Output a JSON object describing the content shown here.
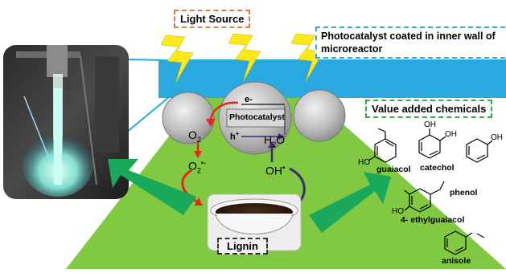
{
  "labels": {
    "light_source": "Light Source",
    "photocatalyst_coated": "Photocatalyst coated in inner wall of microreactor",
    "value_added": "Value added chemicals",
    "photocatalyst": "Photocatalyst",
    "electron": "e-",
    "hole": "h",
    "hole_sup": "+",
    "o2": "O",
    "o2_sub": "2",
    "superoxide": "O",
    "superoxide_sub": "2",
    "superoxide_sup": "•-",
    "water": "H",
    "water_sub": "2",
    "water_end": "O",
    "hydroxyl": "OH",
    "hydroxyl_sup": "•",
    "lignin": "Lignin"
  },
  "chemicals": {
    "guaiacol": "guaiacol",
    "catechol": "catechol",
    "phenol": "phenol",
    "ethylguaiacol": "4- ethylguaiacol",
    "anisole": "anisole"
  },
  "atoms": {
    "oh": "OH",
    "ho": "HO"
  },
  "colors": {
    "reactor_wall": "#2aa9e0",
    "green_zone": "#80c940",
    "green_arrow": "#1aa85a",
    "lightning": "#ffe81a",
    "red_arrow": "#e8251f",
    "purple_arrow": "#3a2b6e"
  },
  "icons": [
    "lightning-bolt-icon",
    "catalyst-sphere-icon",
    "benzene-ring-icon",
    "lignin-bowl-icon",
    "microreactor-photo"
  ]
}
